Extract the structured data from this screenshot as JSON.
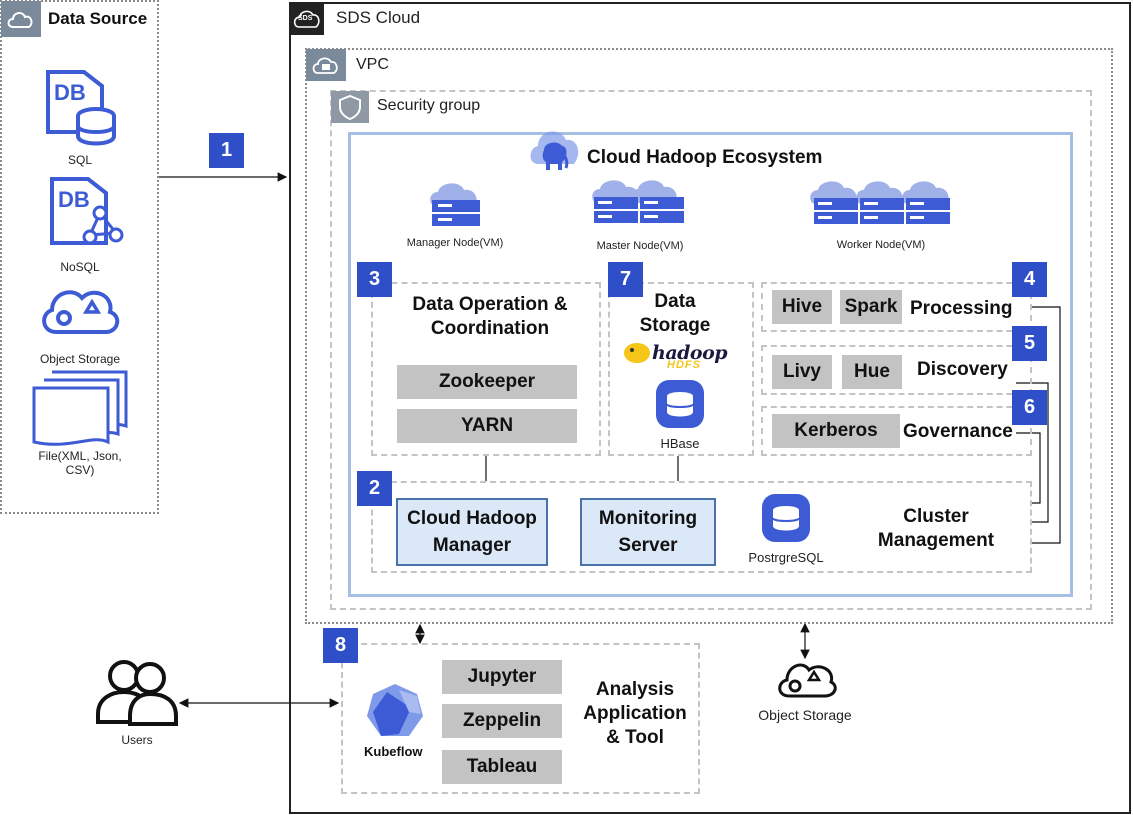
{
  "data_source": {
    "title": "Data Source",
    "items": [
      "SQL",
      "NoSQL",
      "Object Storage"
    ],
    "file_label_1": "File(XML, Json,",
    "file_label_2": "CSV)"
  },
  "cloud": {
    "title": "SDS Cloud",
    "logo_text": "SDS",
    "vpc_label": "VPC",
    "security_group_label": "Security group"
  },
  "ecosystem": {
    "title": "Cloud Hadoop Ecosystem",
    "nodes": [
      "Manager Node(VM)",
      "Master Node(VM)",
      "Worker Node(VM)"
    ]
  },
  "badges": [
    "1",
    "2",
    "3",
    "4",
    "5",
    "6",
    "7",
    "8"
  ],
  "data_operation": {
    "title_line1": "Data Operation &",
    "title_line2": "Coordination",
    "items": [
      "Zookeeper",
      "YARN"
    ]
  },
  "data_storage": {
    "title_line1": "Data",
    "title_line2": "Storage",
    "hadoop_logo": "hadoop",
    "hdfs_label": "HDFS",
    "hbase_label": "HBase"
  },
  "processing": {
    "items": [
      "Hive",
      "Spark"
    ],
    "label": "Processing"
  },
  "discovery": {
    "items": [
      "Livy",
      "Hue"
    ],
    "label": "Discovery"
  },
  "governance": {
    "items": [
      "Kerberos"
    ],
    "label": "Governance"
  },
  "cluster": {
    "manager_line1": "Cloud Hadoop",
    "manager_line2": "Manager",
    "monitoring_line1": "Monitoring",
    "monitoring_line2": "Server",
    "db_label": "PostrgreSQL",
    "label_line1": "Cluster",
    "label_line2": "Management"
  },
  "analysis": {
    "items": [
      "Jupyter",
      "Zeppelin",
      "Tableau"
    ],
    "kubeflow_label": "Kubeflow",
    "label_line1": "Analysis",
    "label_line2": "Application",
    "label_line3": "& Tool"
  },
  "external": {
    "object_storage_label": "Object Storage",
    "users_label": "Users"
  },
  "colors": {
    "accent_blue": "#2f4fc8",
    "icon_blue": "#3d5bd4",
    "light_blue_fill": "#dbe8f8",
    "gray_button": "#c3c3c3",
    "hadoop_yellow": "#f5c518"
  }
}
